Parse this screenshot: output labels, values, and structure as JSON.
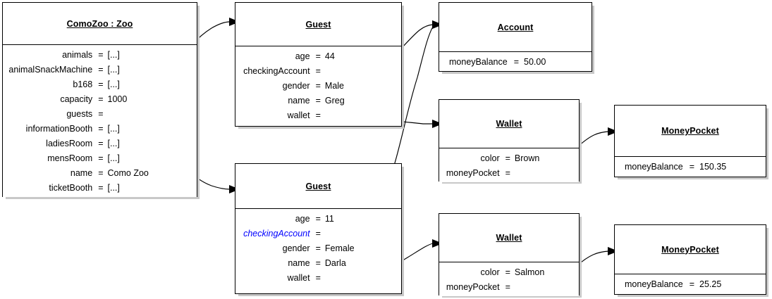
{
  "diagram": {
    "kind": "uml-object-diagram",
    "colors": {
      "box_border": "#000000",
      "box_fill": "#ffffff",
      "shadow": "#c8c8c8",
      "text": "#000000",
      "highlight_attribute": "#0000ff",
      "link_line": "#000000"
    },
    "equals": "=",
    "empty_value": ""
  },
  "objects": {
    "zoo": {
      "title": "ComoZoo : Zoo",
      "attributes": [
        {
          "name": "animals",
          "value": "[...]"
        },
        {
          "name": "animalSnackMachine",
          "value": "[...]"
        },
        {
          "name": "b168",
          "value": "[...]"
        },
        {
          "name": "capacity",
          "value": "1000"
        },
        {
          "name": "guests",
          "value": ""
        },
        {
          "name": "informationBooth",
          "value": "[...]"
        },
        {
          "name": "ladiesRoom",
          "value": "[...]"
        },
        {
          "name": "mensRoom",
          "value": "[...]"
        },
        {
          "name": "name",
          "value": "Como Zoo"
        },
        {
          "name": "ticketBooth",
          "value": "[...]"
        }
      ]
    },
    "guest_greg": {
      "title": "Guest",
      "attributes": [
        {
          "name": "age",
          "value": "44"
        },
        {
          "name": "checkingAccount",
          "value": ""
        },
        {
          "name": "gender",
          "value": "Male"
        },
        {
          "name": "name",
          "value": "Greg"
        },
        {
          "name": "wallet",
          "value": ""
        }
      ]
    },
    "guest_darla": {
      "title": "Guest",
      "attributes": [
        {
          "name": "age",
          "value": "11"
        },
        {
          "name": "checkingAccount",
          "value": "",
          "highlight": true
        },
        {
          "name": "gender",
          "value": "Female"
        },
        {
          "name": "name",
          "value": "Darla"
        },
        {
          "name": "wallet",
          "value": ""
        }
      ]
    },
    "account": {
      "title": "Account",
      "attributes": [
        {
          "name": "moneyBalance",
          "value": "50.00"
        }
      ]
    },
    "wallet_brown": {
      "title": "Wallet",
      "attributes": [
        {
          "name": "color",
          "value": "Brown"
        },
        {
          "name": "moneyPocket",
          "value": ""
        }
      ]
    },
    "wallet_salmon": {
      "title": "Wallet",
      "attributes": [
        {
          "name": "color",
          "value": "Salmon"
        },
        {
          "name": "moneyPocket",
          "value": ""
        }
      ]
    },
    "pocket_top": {
      "title": "MoneyPocket",
      "attributes": [
        {
          "name": "moneyBalance",
          "value": "150.35"
        }
      ]
    },
    "pocket_bottom": {
      "title": "MoneyPocket",
      "attributes": [
        {
          "name": "moneyBalance",
          "value": "25.25"
        }
      ]
    }
  },
  "links": [
    {
      "from": "zoo.guests",
      "to": "guest_greg"
    },
    {
      "from": "zoo.guests",
      "to": "guest_darla"
    },
    {
      "from": "guest_greg.checkingAccount",
      "to": "account"
    },
    {
      "from": "guest_greg.wallet",
      "to": "wallet_brown"
    },
    {
      "from": "guest_darla.checkingAccount",
      "to": "account"
    },
    {
      "from": "guest_darla.wallet",
      "to": "wallet_salmon"
    },
    {
      "from": "wallet_brown.moneyPocket",
      "to": "pocket_top"
    },
    {
      "from": "wallet_salmon.moneyPocket",
      "to": "pocket_bottom"
    }
  ]
}
